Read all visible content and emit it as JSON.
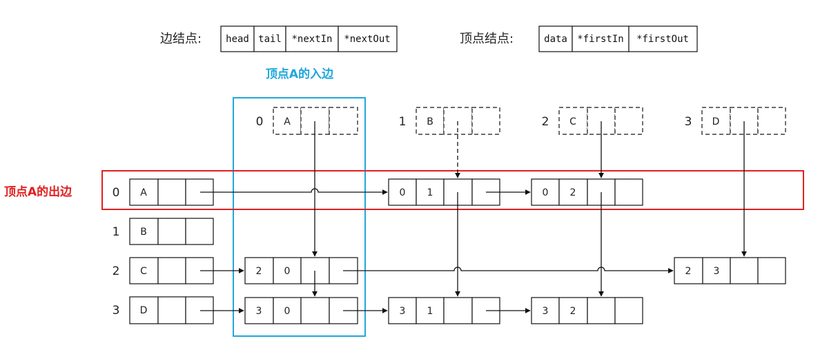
{
  "legend": {
    "edge_label": "边结点:",
    "edge_fields": [
      "head",
      "tail",
      "*nextIn",
      "*nextOut"
    ],
    "vertex_label": "顶点结点:",
    "vertex_fields": [
      "data",
      "*firstIn",
      "*firstOut"
    ]
  },
  "captions": {
    "in_edges": "顶点A的入边",
    "out_edges": "顶点A的出边"
  },
  "colors": {
    "in_highlight": "#1fa7dc",
    "out_highlight": "#e02020"
  },
  "top_vertices": [
    {
      "index": "0",
      "data": "A"
    },
    {
      "index": "1",
      "data": "B"
    },
    {
      "index": "2",
      "data": "C"
    },
    {
      "index": "3",
      "data": "D"
    }
  ],
  "vertex_list": [
    {
      "index": "0",
      "data": "A"
    },
    {
      "index": "1",
      "data": "B"
    },
    {
      "index": "2",
      "data": "C"
    },
    {
      "index": "3",
      "data": "D"
    }
  ],
  "edges": [
    {
      "id": "0-1",
      "head": "0",
      "tail": "1"
    },
    {
      "id": "0-2",
      "head": "0",
      "tail": "2"
    },
    {
      "id": "2-0",
      "head": "2",
      "tail": "0"
    },
    {
      "id": "2-3",
      "head": "2",
      "tail": "3"
    },
    {
      "id": "3-0",
      "head": "3",
      "tail": "0"
    },
    {
      "id": "3-1",
      "head": "3",
      "tail": "1"
    },
    {
      "id": "3-2",
      "head": "3",
      "tail": "2"
    }
  ]
}
